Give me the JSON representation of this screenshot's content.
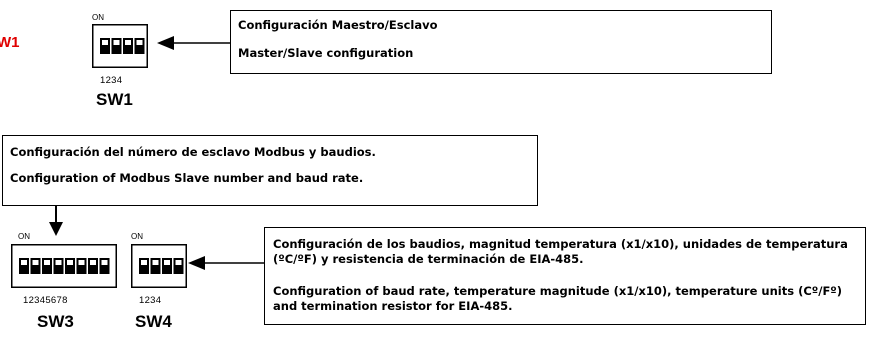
{
  "left_label": "W1",
  "sw1": {
    "on": "ON",
    "numbers": "1234",
    "label": "SW1",
    "switch_count": 4
  },
  "sw3": {
    "on": "ON",
    "numbers": "12345678",
    "label": "SW3",
    "switch_count": 8
  },
  "sw4": {
    "on": "ON",
    "numbers": "1234",
    "label": "SW4",
    "switch_count": 4
  },
  "box_master": {
    "line_es": "Configuración Maestro/Esclavo",
    "line_en": "Master/Slave configuration"
  },
  "box_modbus": {
    "line_es": "Configuración del número de esclavo Modbus y baudios.",
    "line_en": "Configuration of Modbus Slave number and baud rate."
  },
  "box_baud": {
    "line_es": "Configuración de los baudios, magnitud temperatura (x1/x10), unidades de temperatura (ºC/ºF) y resistencia de terminación de EIA-485.",
    "line_en": "Configuration of baud rate, temperature magnitude (x1/x10), temperature units (Cº/Fº) and termination resistor for EIA-485."
  },
  "colors": {
    "accent_red": "#e00000",
    "line": "#000000"
  }
}
